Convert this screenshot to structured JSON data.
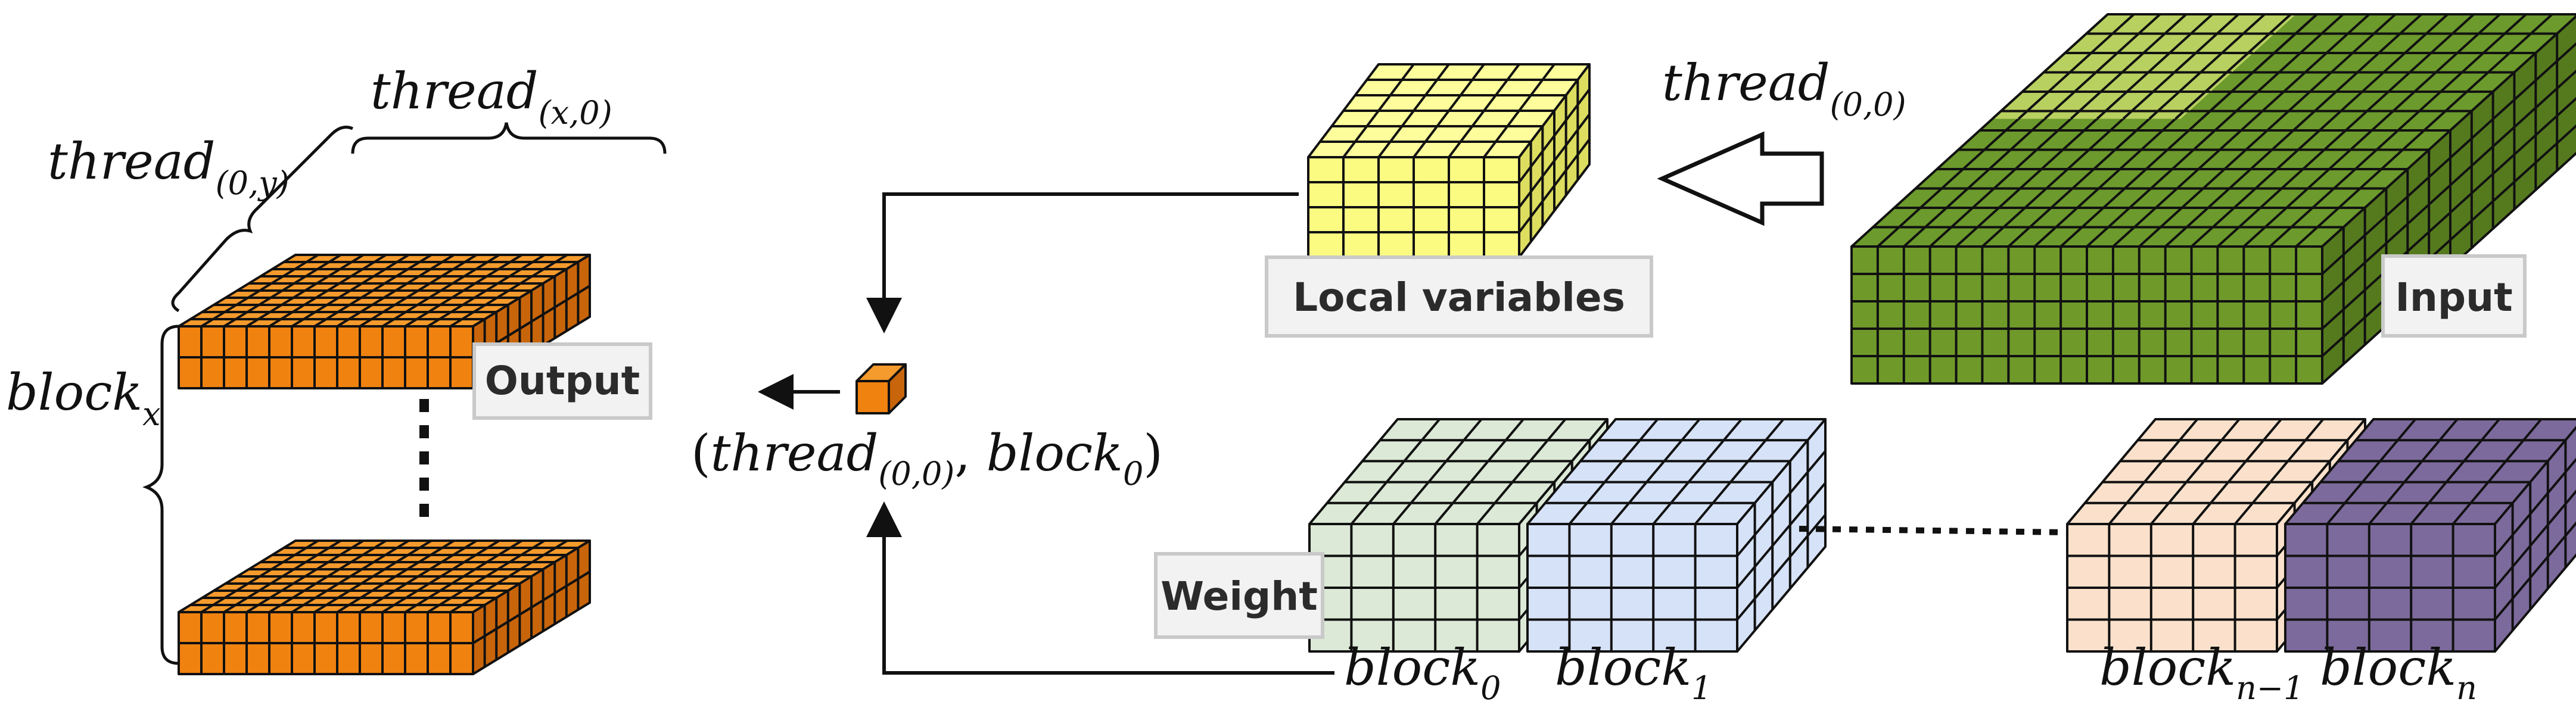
{
  "labels": {
    "output": "Output",
    "input": "Input",
    "local_variables": "Local variables",
    "weight": "Weight"
  },
  "math": {
    "thread_x0": {
      "base": "thread",
      "sub": "(x,0)"
    },
    "thread_0y": {
      "base": "thread",
      "sub": "(0,y)"
    },
    "block_x": {
      "base": "block",
      "sub": "x"
    },
    "thread_00": {
      "base": "thread",
      "sub": "(0,0)"
    },
    "pair": {
      "open": "(",
      "thread": "thread",
      "thread_sub": "(0,0)",
      "comma": ", ",
      "block": "block",
      "block_sub": "0",
      "close": ")"
    },
    "block_0": {
      "base": "block",
      "sub": "0"
    },
    "block_1": {
      "base": "block",
      "sub": "1"
    },
    "block_n_1": {
      "base": "block",
      "sub": "n−1"
    },
    "block_n": {
      "base": "block",
      "sub": "n"
    }
  },
  "colors": {
    "output_front": "#f0820f",
    "output_top": "#f59a2c",
    "output_side": "#c8650a",
    "local_front": "#fbfb82",
    "local_top": "#fdfd9c",
    "local_side": "#dddd60",
    "input_front": "#6f9a2a",
    "input_top": "#6c9a2c",
    "input_top_highlight": "#c6d96a",
    "input_side": "#557a1e",
    "weight0": "#dbe9d6",
    "weight1": "#d6e2f8",
    "weight_n_1": "#fbe1cb",
    "weight_n": "#7d6a9c"
  }
}
